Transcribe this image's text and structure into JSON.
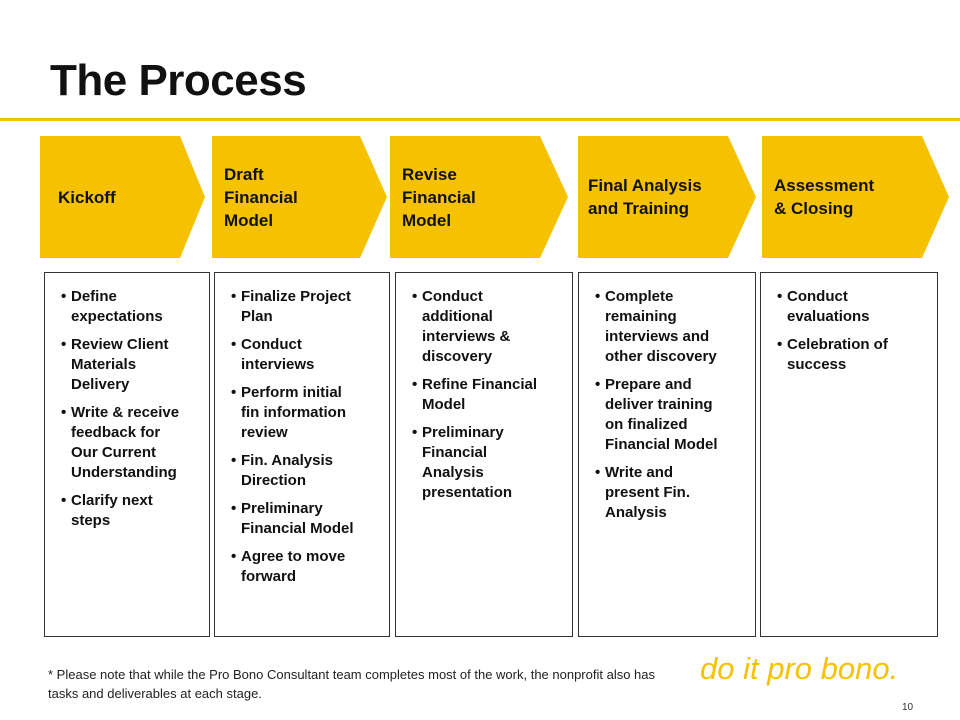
{
  "title": "The Process",
  "stages": [
    {
      "label": "Kickoff",
      "items": [
        "Define\nexpectations",
        "Review Client\nMaterials\nDelivery",
        "Write & receive\nfeedback for\nOur Current\nUnderstanding",
        "Clarify next\nsteps"
      ]
    },
    {
      "label": "Draft\nFinancial\nModel",
      "items": [
        "Finalize Project\nPlan",
        "Conduct\n interviews",
        "Perform initial\nfin information\nreview",
        "Fin. Analysis\nDirection",
        "Preliminary\nFinancial Model",
        "Agree to move\nforward"
      ]
    },
    {
      "label": "Revise\nFinancial\nModel",
      "items": [
        "Conduct\nadditional\ninterviews &\ndiscovery",
        "Refine Financial\nModel",
        "Preliminary\nFinancial\nAnalysis\npresentation"
      ]
    },
    {
      "label": "Final Analysis\nand Training",
      "items": [
        "Complete\n remaining\n interviews and\nother discovery",
        "Prepare and\ndeliver training\non finalized\nFinancial Model",
        "Write and\npresent Fin.\nAnalysis"
      ]
    },
    {
      "label": "Assessment\n& Closing",
      "items": [
        "Conduct\nevaluations",
        "Celebration of\nsuccess"
      ]
    }
  ],
  "footnote": "* Please note that while the Pro Bono Consultant team completes most of the work, the nonprofit also has tasks and deliverables at each stage.",
  "tagline": "do it pro bono.",
  "page_number": "10",
  "colors": {
    "accent": "#f6c200",
    "text": "#111111",
    "border": "#333333"
  }
}
